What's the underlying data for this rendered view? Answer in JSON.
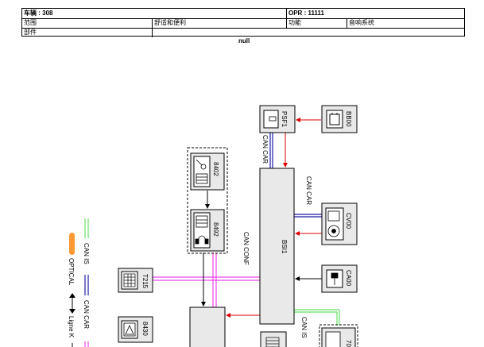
{
  "header": {
    "vehicle_label": "车辆",
    "vehicle_value": ": 308",
    "opr_label": "OPR",
    "opr_value": ": 11111",
    "range_label": "范围",
    "range_value": "舒适和便利",
    "function_label": "功能",
    "function_value": "音响系统",
    "part_label": "部件",
    "part_value": ""
  },
  "null_text": "null",
  "components": {
    "psf1": "PSF1",
    "bb00": "BB00",
    "bsi1": "BSI1",
    "cv00": "CV00",
    "ca00": "CA00",
    "c8402": "8402",
    "c8492": "8492",
    "t215": "T215",
    "c8430": "8430",
    "c70": "70"
  },
  "bus_labels": {
    "can_car_top": "CAN CAR",
    "can_car_right": "CAN CAR",
    "can_conf": "CAN CONF",
    "can_is_bottom": "CAN IS"
  },
  "legend": {
    "can_is": "CAN IS",
    "optical": "OPTICAL",
    "can_car": "CAN CAR",
    "ligne_k": "Ligne K"
  },
  "colors": {
    "can_is": "#66dd66",
    "optical": "#ff9933",
    "can_car": "#1a1aaa",
    "can_conf": "#ee44ee",
    "arrow_red": "#dd0000"
  }
}
